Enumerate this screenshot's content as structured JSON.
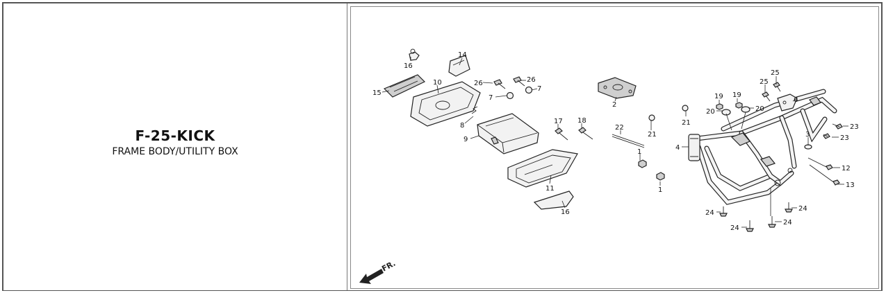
{
  "part_block": {
    "code": "F-25-KICK",
    "description": "FRAME BODY/UTILITY BOX"
  },
  "diagram": {
    "front_indicator": "FR.",
    "callouts": [
      "1",
      "1",
      "2",
      "3",
      "4",
      "6",
      "7",
      "7",
      "8",
      "9",
      "10",
      "11",
      "12",
      "13",
      "14",
      "15",
      "16",
      "16",
      "17",
      "18",
      "19",
      "19",
      "20",
      "20",
      "21",
      "21",
      "22",
      "23",
      "23",
      "24",
      "24",
      "24",
      "24",
      "25",
      "25",
      "26",
      "26"
    ]
  },
  "colors": {
    "line": "#222222",
    "fill": "#f2f2f2",
    "border": "#555555"
  }
}
